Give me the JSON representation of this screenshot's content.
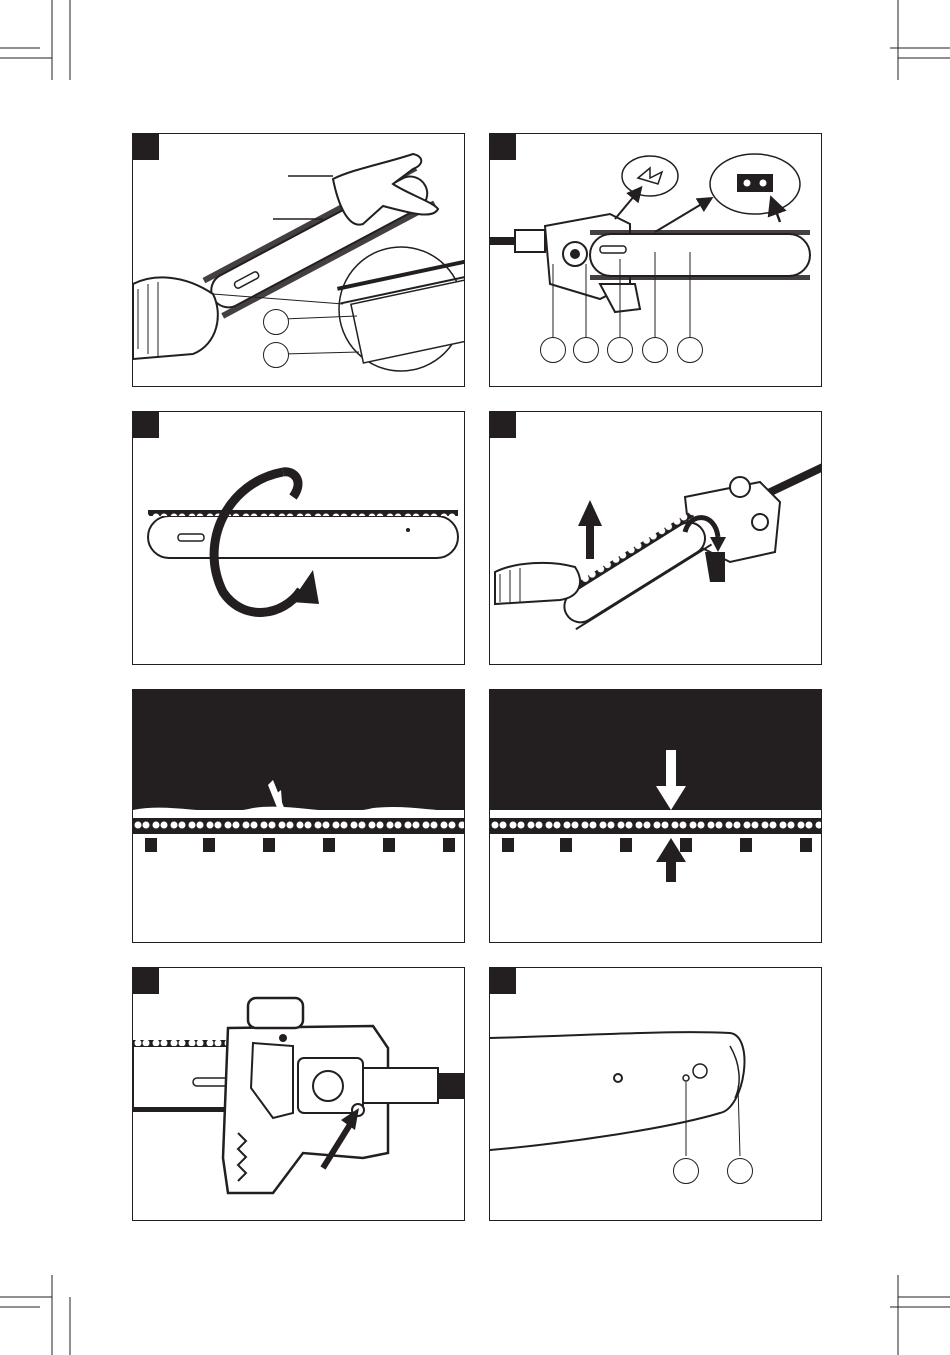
{
  "page": {
    "panels": [
      {
        "id": "fig-1",
        "badge": "",
        "callouts": [
          "",
          ""
        ]
      },
      {
        "id": "fig-2",
        "badge": "",
        "callouts": [
          "",
          "",
          "",
          "",
          ""
        ]
      },
      {
        "id": "fig-3",
        "badge": "",
        "callouts": []
      },
      {
        "id": "fig-4",
        "badge": "",
        "callouts": []
      },
      {
        "id": "fig-5",
        "badge": "",
        "callouts": []
      },
      {
        "id": "fig-6",
        "badge": "",
        "callouts": []
      },
      {
        "id": "fig-7",
        "badge": "",
        "callouts": []
      },
      {
        "id": "fig-8",
        "badge": "",
        "callouts": [
          "",
          ""
        ]
      }
    ]
  },
  "icons": {
    "crop_mark": "crop-mark-icon",
    "arrow": "arrow-icon",
    "rotate_arrow": "rotate-arrow-icon",
    "chain_link": "chain-link-icon",
    "glove": "glove-icon"
  },
  "colors": {
    "ink": "#231f20",
    "paper": "#ffffff",
    "line_gray": "#555555"
  }
}
